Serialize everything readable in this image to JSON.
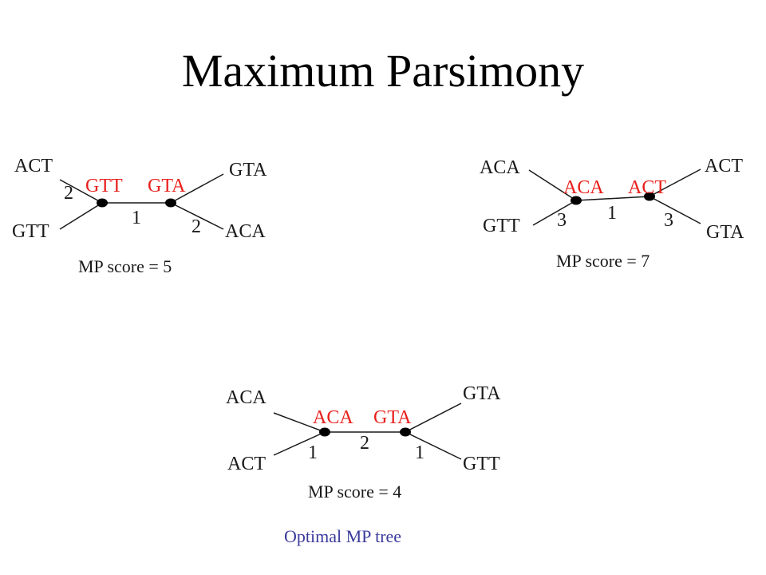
{
  "title": "Maximum Parsimony",
  "trees": [
    {
      "leaves": {
        "top_left": "ACT",
        "bottom_left": "GTT",
        "top_right": "GTA",
        "bottom_right": "ACA"
      },
      "internal": {
        "left": "GTT",
        "right": "GTA"
      },
      "weights": {
        "left": "2",
        "center": "1",
        "right": "2"
      },
      "score": "MP score = 5"
    },
    {
      "leaves": {
        "top_left": "ACA",
        "bottom_left": "GTT",
        "top_right": "ACT",
        "bottom_right": "GTA"
      },
      "internal": {
        "left": "ACA",
        "right": "ACT"
      },
      "weights": {
        "left": "3",
        "center": "1",
        "right": "3"
      },
      "score": "MP score = 7"
    },
    {
      "leaves": {
        "top_left": "ACA",
        "bottom_left": "ACT",
        "top_right": "GTA",
        "bottom_right": "GTT"
      },
      "internal": {
        "left": "ACA",
        "right": "GTA"
      },
      "weights": {
        "left": "1",
        "center": "2",
        "right": "1"
      },
      "score": "MP score = 4"
    }
  ],
  "optimal_label": "Optimal MP tree",
  "colors": {
    "internal_label": "#e8201c",
    "optimal_label": "#3a3a9c"
  }
}
